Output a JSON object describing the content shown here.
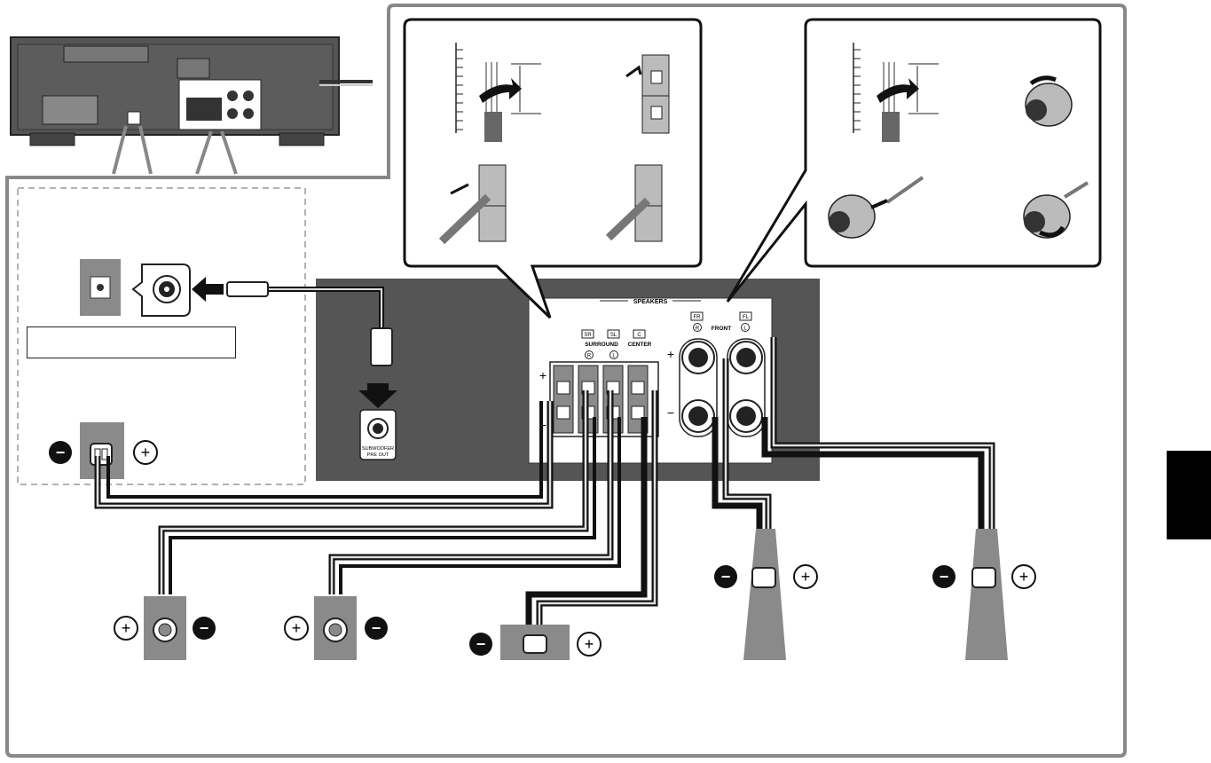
{
  "panel": {
    "speakers_title": "SPEAKERS",
    "surround_label": "SURROUND",
    "center_label": "CENTER",
    "front_label": "FRONT",
    "channel_badges": [
      "SR",
      "SL",
      "C",
      "FR",
      "FL"
    ],
    "sub_circled": [
      "R",
      "L"
    ],
    "front_circled": [
      "R",
      "L"
    ],
    "plus_sign": "+",
    "minus_sign": "−",
    "subwoofer_pre_out": [
      "SUBWOOFER",
      "PRE OUT"
    ]
  },
  "subwoofer_callout": {
    "label_text": ""
  },
  "speaker_terminals": {
    "plus": "+",
    "minus": "−"
  },
  "colors": {
    "panel_dark": "#555555",
    "speaker_gray": "#8a8a8a",
    "frame": "#888888",
    "tab": "#000000"
  }
}
